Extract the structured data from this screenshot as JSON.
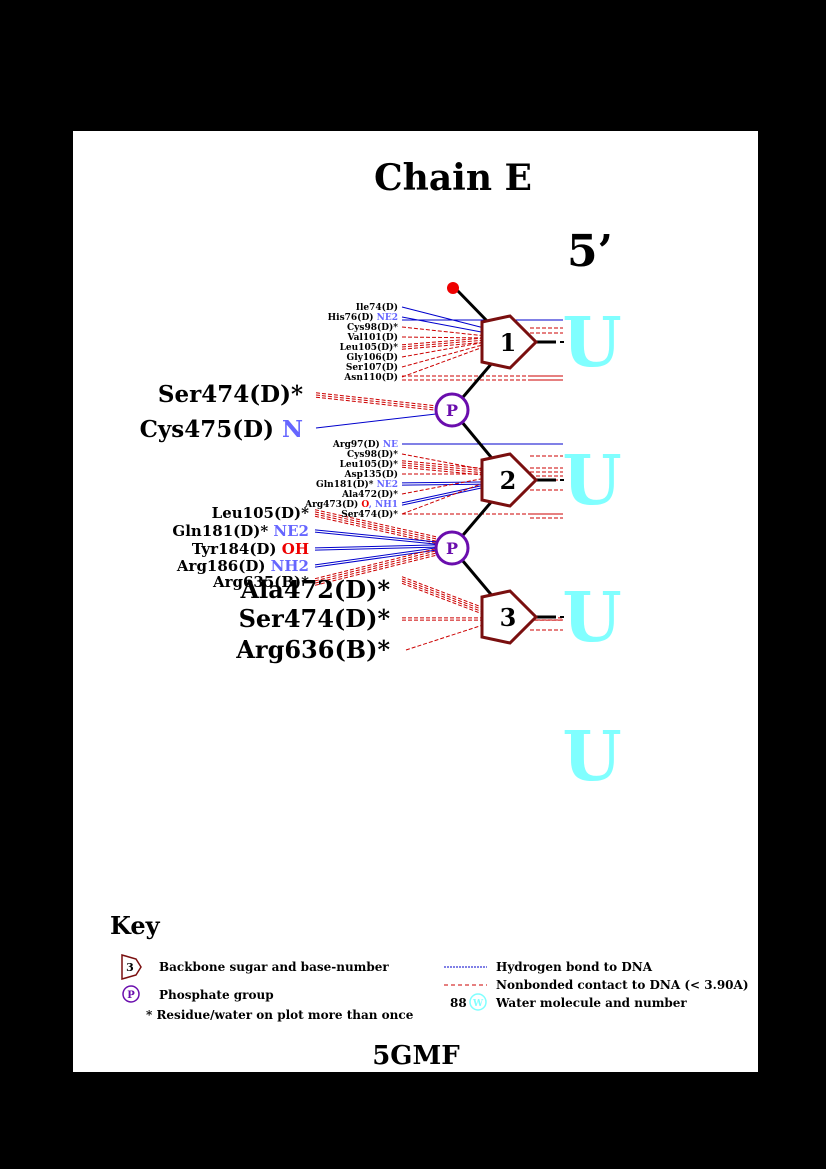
{
  "title": "Chain E",
  "strand_end": "5’",
  "footer_code": "5GMF",
  "colors": {
    "sugar": "#7a0f0f",
    "phosphate": "#6a0dad",
    "hbond": "#0000cc",
    "nonbond": "#cc0000",
    "base": "#80ffff",
    "atom_blue": "#6666ff",
    "atom_red": "#ee0000",
    "end_dot": "#ee0000"
  },
  "nucleotides": [
    {
      "number": "1",
      "base": "U"
    },
    {
      "number": "2",
      "base": "U"
    },
    {
      "number": "3",
      "base": "U"
    },
    {
      "number": "",
      "base": "U"
    }
  ],
  "phosphate_label": "P",
  "contacts": {
    "sugar1": [
      {
        "residue": "Ile74(D)",
        "atom": "",
        "type": "hbond"
      },
      {
        "residue": "His76(D)",
        "atom": "NE2",
        "type": "hbond"
      },
      {
        "residue": "Cys98(D)*",
        "atom": "",
        "type": "nonbond"
      },
      {
        "residue": "Val101(D)",
        "atom": "",
        "type": "nonbond"
      },
      {
        "residue": "Leu105(D)*",
        "atom": "",
        "type": "nonbond"
      },
      {
        "residue": "Gly106(D)",
        "atom": "",
        "type": "nonbond"
      },
      {
        "residue": "Ser107(D)",
        "atom": "",
        "type": "nonbond"
      },
      {
        "residue": "Asn110(D)",
        "atom": "",
        "type": "nonbond"
      }
    ],
    "phosphate1": [
      {
        "residue": "Ser474(D)*",
        "atom": "",
        "type": "nonbond"
      },
      {
        "residue": "Cys475(D)",
        "atom": "N",
        "type": "hbond"
      }
    ],
    "sugar2": [
      {
        "residue": "Arg97(D)",
        "atom": "NE",
        "type": "hbond"
      },
      {
        "residue": "Cys98(D)*",
        "atom": "",
        "type": "nonbond"
      },
      {
        "residue": "Leu105(D)*",
        "atom": "",
        "type": "nonbond"
      },
      {
        "residue": "Asp135(D)",
        "atom": "",
        "type": "nonbond"
      },
      {
        "residue": "Gln181(D)*",
        "atom": "NE2",
        "type": "hbond"
      },
      {
        "residue": "Ala472(D)*",
        "atom": "",
        "type": "nonbond"
      },
      {
        "residue": "Arg473(D)",
        "atom": "O, NH1",
        "type": "hbond"
      },
      {
        "residue": "Ser474(D)*",
        "atom": "",
        "type": "nonbond"
      }
    ],
    "phosphate2": [
      {
        "residue": "Leu105(D)*",
        "atom": "",
        "type": "nonbond"
      },
      {
        "residue": "Gln181(D)*",
        "atom": "NE2",
        "type": "hbond"
      },
      {
        "residue": "Tyr184(D)",
        "atom": "OH",
        "type": "hbond"
      },
      {
        "residue": "Arg186(D)",
        "atom": "NH2",
        "type": "hbond"
      },
      {
        "residue": "Arg635(B)*",
        "atom": "",
        "type": "nonbond"
      }
    ],
    "sugar3": [
      {
        "residue": "Ala472(D)*",
        "atom": "",
        "type": "nonbond"
      },
      {
        "residue": "Ser474(D)*",
        "atom": "",
        "type": "nonbond"
      },
      {
        "residue": "Arg636(B)*",
        "atom": "",
        "type": "nonbond"
      }
    ]
  },
  "key": {
    "heading": "Key",
    "sugar_icon_number": "3",
    "sugar_desc": "Backbone sugar and base-number",
    "phosphate_icon": "P",
    "phosphate_desc": "Phosphate group",
    "repeat_desc": "* Residue/water on plot more than once",
    "hbond_desc": "Hydrogen bond to DNA",
    "nonbond_desc": "Nonbonded contact to DNA (< 3.90A)",
    "water_number": "88",
    "water_icon": "W",
    "water_desc": "Water molecule and number"
  }
}
